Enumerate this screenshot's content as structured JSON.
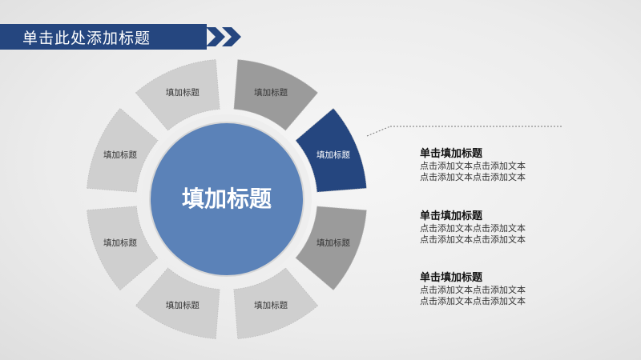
{
  "header": {
    "title": "单击此处添加标题"
  },
  "center": {
    "label": "填加标题"
  },
  "segments": [
    {
      "label": "填加标题"
    },
    {
      "label": "填加标题"
    },
    {
      "label": "填加标题"
    },
    {
      "label": "填加标题"
    },
    {
      "label": "填加标题"
    },
    {
      "label": "填加标题"
    },
    {
      "label": "填加标题"
    },
    {
      "label": "填加标题"
    }
  ],
  "items": [
    {
      "title": "单击填加标题",
      "line1": "点击添加文本点击添加文本",
      "line2": "点击添加文本点击添加文本"
    },
    {
      "title": "单击填加标题",
      "line1": "点击添加文本点击添加文本",
      "line2": "点击添加文本点击添加文本"
    },
    {
      "title": "单击填加标题",
      "line1": "点击添加文本点击添加文本",
      "line2": "点击添加文本点击添加文本"
    }
  ],
  "colors": {
    "navy": "#25467f",
    "center_blue": "#5b82b8",
    "dark_gray": "#9b9b9b",
    "light_gray": "#cfcfcf"
  }
}
